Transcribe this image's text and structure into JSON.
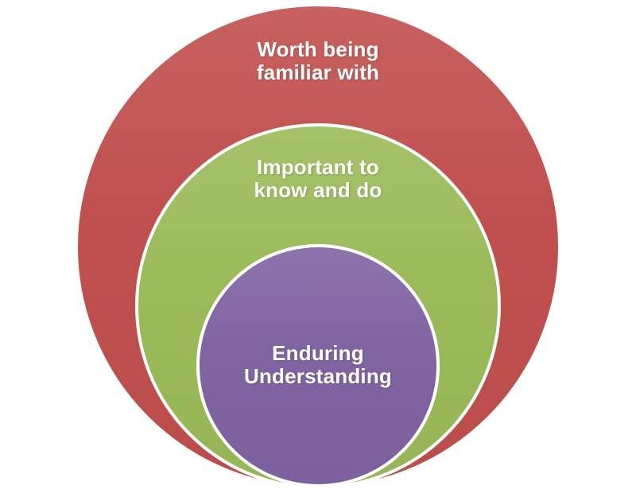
{
  "diagram": {
    "type": "nested-circles",
    "background": "#ffffff",
    "text_color": "#ffffff",
    "rings": [
      {
        "name": "outer",
        "text": "Worth being familiar with",
        "lines": [
          "Worth being",
          "familiar with"
        ],
        "color": "#c0504d",
        "border_color": "#ffffff"
      },
      {
        "name": "middle",
        "text": "Important to know and do",
        "lines": [
          "Important to",
          "know and do"
        ],
        "color": "#9bbb59",
        "border_color": "#ffffff"
      },
      {
        "name": "inner",
        "text": "Enduring Understanding",
        "lines": [
          "Enduring",
          "Understanding"
        ],
        "color": "#8064a2",
        "border_color": "#ffffff"
      }
    ]
  }
}
